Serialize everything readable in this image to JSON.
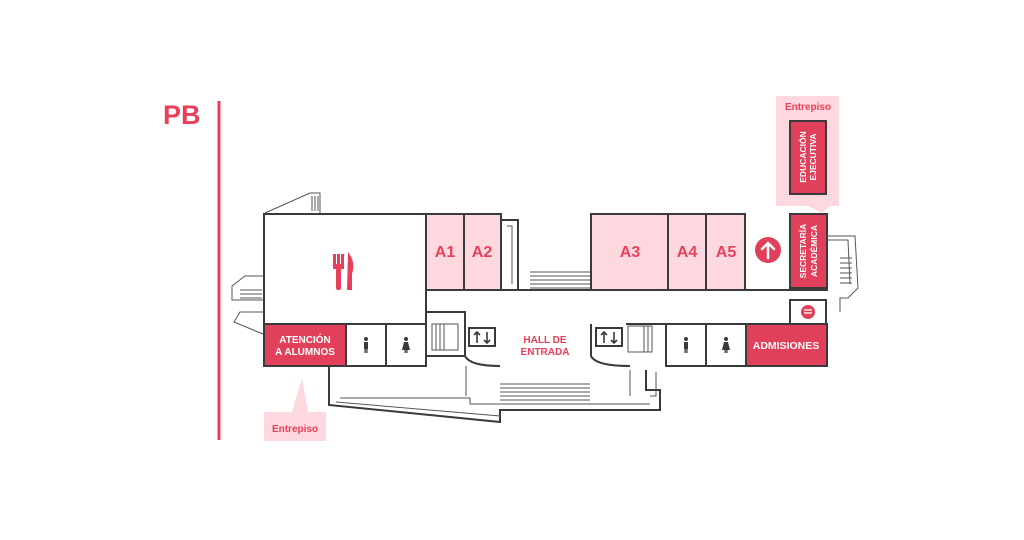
{
  "floor": {
    "code": "PB"
  },
  "rooms": {
    "a1": "A1",
    "a2": "A2",
    "a3": "A3",
    "a4": "A4",
    "a5": "A5",
    "atencion_line1": "ATENCIÓN",
    "atencion_line2": "A ALUMNOS",
    "hall_line1": "HALL DE",
    "hall_line2": "ENTRADA",
    "admisiones": "ADMISIONES",
    "secretaria_line1": "SECRETARÍA",
    "secretaria_line2": "ACADÉMICA",
    "educacion_line1": "EDUCACIÓN",
    "educacion_line2": "EJECUTIVA"
  },
  "callouts": {
    "entrepiso_top": "Entrepiso",
    "entrepiso_bottom": "Entrepiso"
  },
  "icons": [
    "restaurant-icon",
    "restroom-icon",
    "elevator-icon",
    "up-arrow-icon",
    "info-chat-icon"
  ],
  "colors": {
    "accent": "#e8405a",
    "room_fill": "#fdd9df",
    "highlight_fill": "#e0405a",
    "wall": "#3a3a3a"
  }
}
